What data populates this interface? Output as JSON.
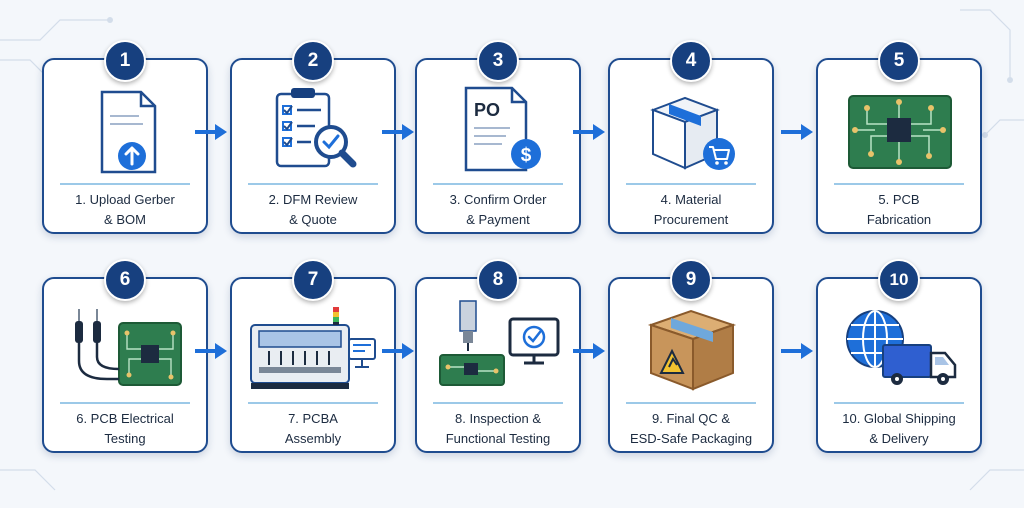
{
  "steps": [
    {
      "num": "1",
      "line1": "1. Upload Gerber",
      "line2": "& BOM"
    },
    {
      "num": "2",
      "line1": "2. DFM Review",
      "line2": "& Quote"
    },
    {
      "num": "3",
      "line1": "3. Confirm Order",
      "line2": "& Payment"
    },
    {
      "num": "4",
      "line1": "4. Material",
      "line2": "Procurement"
    },
    {
      "num": "5",
      "line1": "5. PCB",
      "line2": "Fabrication"
    },
    {
      "num": "6",
      "line1": "6. PCB Electrical",
      "line2": "Testing"
    },
    {
      "num": "7",
      "line1": "7. PCBA",
      "line2": "Assembly"
    },
    {
      "num": "8",
      "line1": "8. Inspection &",
      "line2": "Functional Testing"
    },
    {
      "num": "9",
      "line1": "9. Final QC &",
      "line2": "ESD-Safe Packaging"
    },
    {
      "num": "10",
      "line1": "10. Global Shipping",
      "line2": "& Delivery"
    }
  ],
  "icons": {
    "po_text": "PO",
    "dollar": "$"
  },
  "colors": {
    "navy": "#17407f",
    "accent_blue": "#1e6fd9",
    "pcb_green": "#2e7d4f",
    "box_brown": "#c8955b",
    "divider": "#9cc9e8"
  }
}
